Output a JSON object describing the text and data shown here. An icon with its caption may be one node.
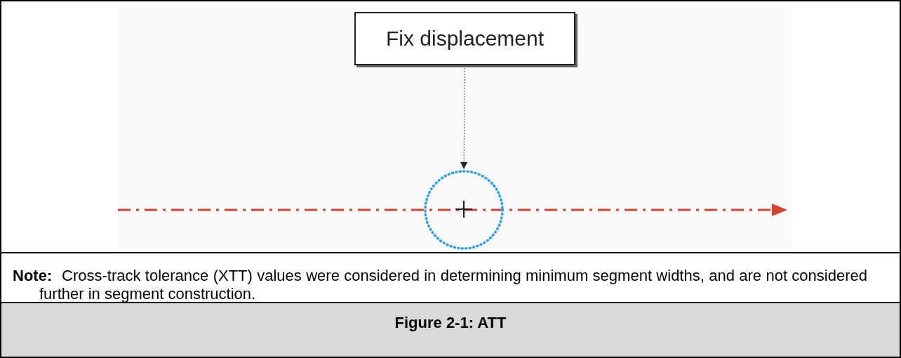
{
  "diagram": {
    "caption": "Figure 2-1: ATT",
    "nodes": [
      {
        "text": [
          "Fix displacement"
        ]
      },
      {
        "text": [],
        "shape": "circle"
      }
    ],
    "edges": [
      {
        "from": 0,
        "to": 1,
        "arrow": "to",
        "style": "dashed"
      }
    ],
    "labels": [
      "Note:",
      "Cross-track tolerance (XTT) values were considered in determining minimum segment widths, and are not considered further in segment construction."
    ]
  }
}
